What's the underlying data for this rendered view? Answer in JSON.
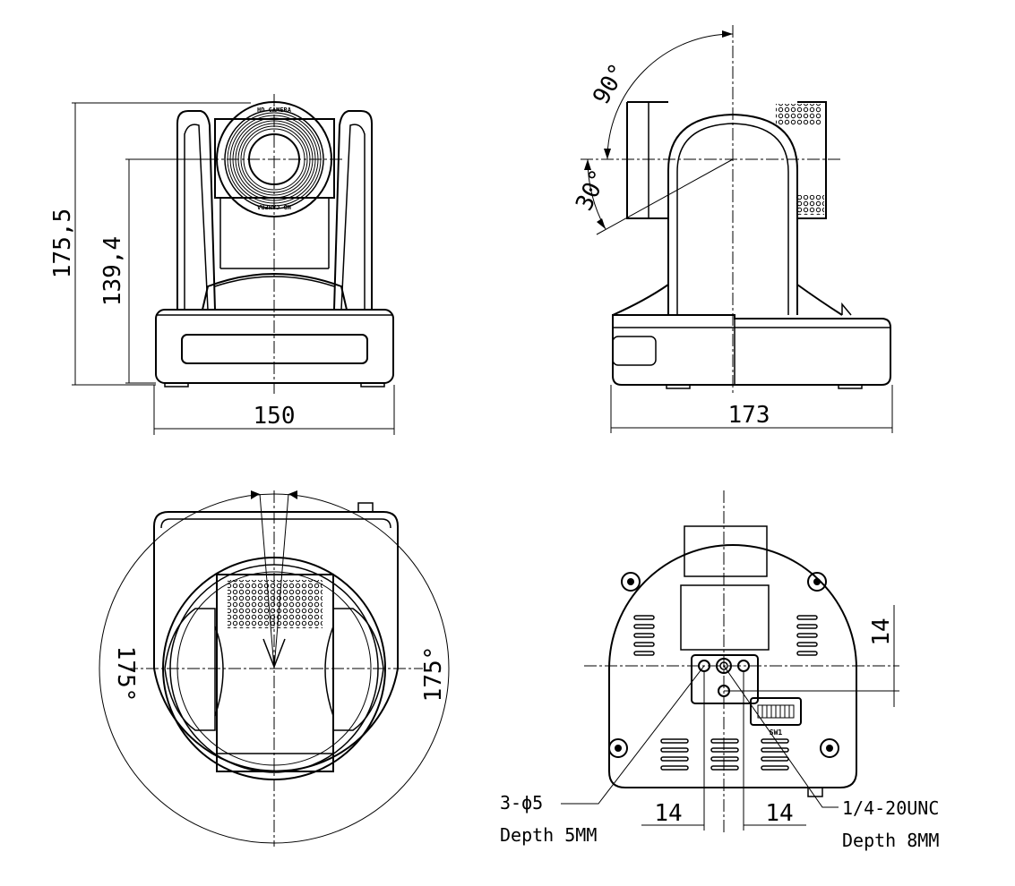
{
  "views": {
    "front": {
      "height_total": "175,5",
      "height_axis": "139,4",
      "width": "150",
      "lens_label": "HD CAMERA"
    },
    "side": {
      "tilt_up": "90°",
      "tilt_down": "30°",
      "depth": "173"
    },
    "top": {
      "pan_left": "175°",
      "pan_right": "175°"
    },
    "bottom": {
      "offset_vertical": "14",
      "offset_left": "14",
      "offset_right": "14",
      "switch_label": "SW1",
      "hole_spec_line1": "3-ϕ5",
      "hole_spec_line2": "Depth 5MM",
      "thread_spec_line1": "1/4-20UNC",
      "thread_spec_line2": "Depth 8MM"
    }
  },
  "colors": {
    "line": "#000000",
    "background": "#ffffff"
  }
}
